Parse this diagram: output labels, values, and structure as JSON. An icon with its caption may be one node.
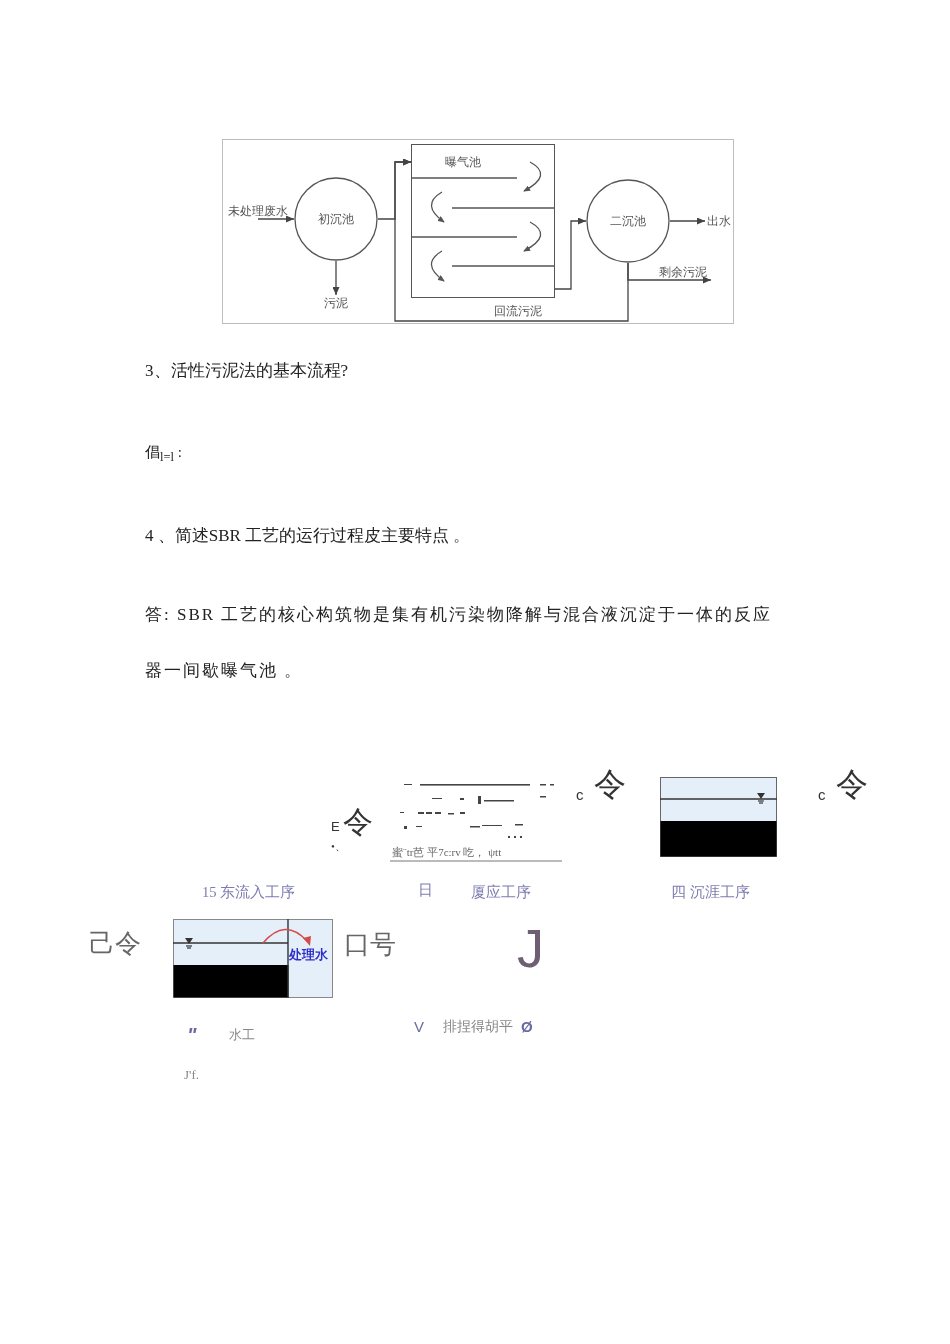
{
  "diagram": {
    "nodes": [
      {
        "text": [
          "未处理废水"
        ]
      },
      {
        "text": [
          "初沉池"
        ]
      },
      {
        "text": [
          "污泥"
        ]
      },
      {
        "text": [
          "曝气池"
        ]
      },
      {
        "text": [
          "二沉池"
        ]
      },
      {
        "text": [
          "出水"
        ]
      },
      {
        "text": [
          "剩余污泥"
        ]
      }
    ],
    "edges": [
      {
        "from": 0,
        "to": 1,
        "arrow": "to"
      },
      {
        "from": 1,
        "to": 2,
        "arrow": "to"
      },
      {
        "from": 1,
        "to": 3,
        "arrow": "to"
      },
      {
        "from": 3,
        "to": 4,
        "arrow": "to"
      },
      {
        "from": 4,
        "to": 5,
        "arrow": "to"
      },
      {
        "from": 4,
        "to": 6,
        "arrow": "to"
      },
      {
        "from": 4,
        "to": 3,
        "arrow": "to",
        "label": "回流污泥"
      }
    ],
    "labels": [
      "3、活性污泥法的基本流程?",
      "倡$_{l=l}$ :",
      "4 、简述SBR 工艺的运行过程皮主要特点 。",
      "答: SBR 工艺的核心构筑物是集有机污染物降解与混合液沉淀于一体的反应器一间歇曝气池 。",
      "E",
      "令",
      "•、",
      "蜜¨tr芭 平7c:rv 吃， ψtt",
      "c",
      "令",
      "c",
      "令",
      "15 东流入工序",
      "日",
      "厦应工序",
      "四 沉涯工序",
      "己令",
      "处理水",
      "口号",
      "J",
      "\"",
      "水工",
      "V",
      "排捏得胡平",
      "Ø",
      "J'f."
    ]
  }
}
